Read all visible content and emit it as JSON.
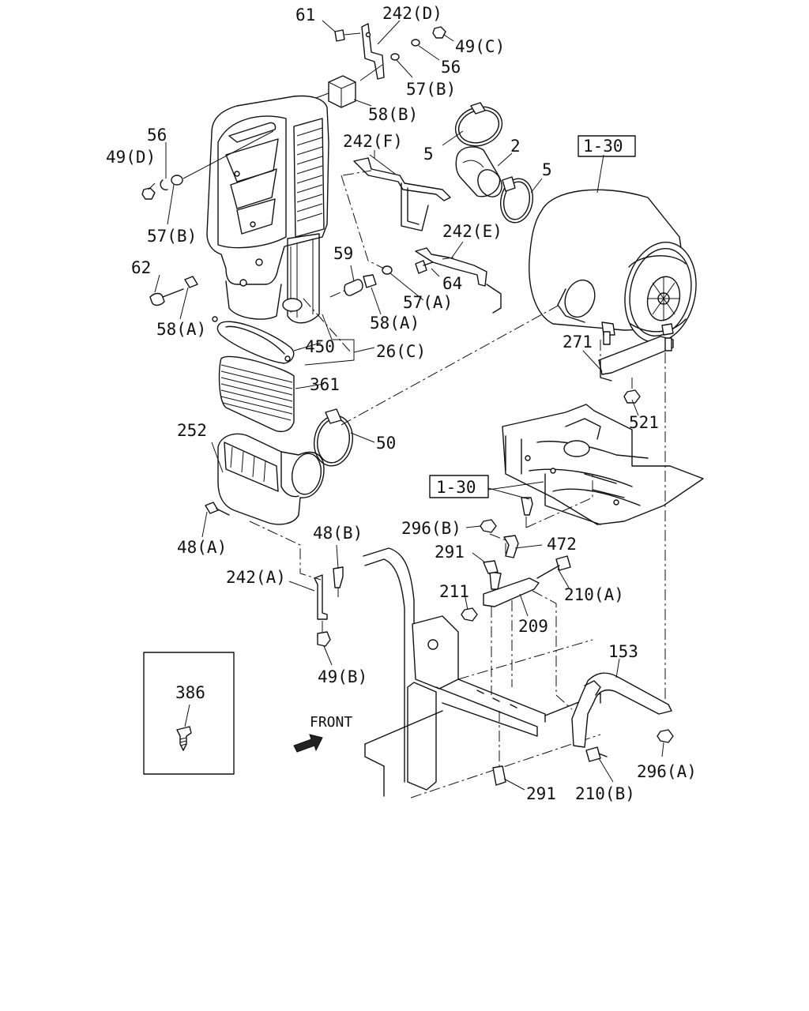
{
  "labels": {
    "l61": "61",
    "l242d": "242(D)",
    "l49c": "49(C)",
    "l56a": "56",
    "l57b_top": "57(B)",
    "l58b": "58(B)",
    "l56b": "56",
    "l49d": "49(D)",
    "l57b_left": "57(B)",
    "l242f": "242(F)",
    "l5a": "5",
    "l2": "2",
    "l5b": "5",
    "l130_top": "1-30",
    "l242e": "242(E)",
    "l59": "59",
    "l62": "62",
    "l64": "64",
    "l57a": "57(A)",
    "l58a_mid": "58(A)",
    "l58a_left": "58(A)",
    "l450": "450",
    "l26c": "26(C)",
    "l271": "271",
    "l361": "361",
    "l521": "521",
    "l252": "252",
    "l50": "50",
    "l130_mid": "1-30",
    "l296b": "296(B)",
    "l472": "472",
    "l48b": "48(B)",
    "l48a": "48(A)",
    "l291_top": "291",
    "l242a": "242(A)",
    "l211": "211",
    "l210a": "210(A)",
    "l209": "209",
    "l153": "153",
    "l49b": "49(B)",
    "l386": "386",
    "front": "FRONT",
    "l296a": "296(A)",
    "l291_bot": "291",
    "l210b": "210(B)"
  }
}
